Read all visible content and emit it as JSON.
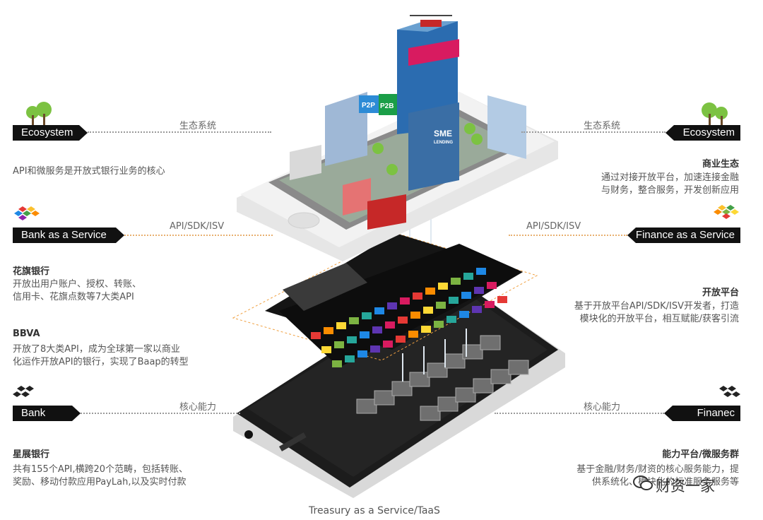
{
  "left": {
    "ecosystem": {
      "tag": "Ecosystem",
      "connector": "生态系统",
      "desc": "API和微服务是开放式银行业务的核心"
    },
    "baas": {
      "tag": "Bank as a Service",
      "connector": "API/SDK/ISV"
    },
    "citi": {
      "heading": "花旗银行",
      "lines": [
        "开放出用户账户、授权、转账、",
        "信用卡、花旗点数等7大类API"
      ]
    },
    "bbva": {
      "heading": "BBVA",
      "lines": [
        "开放了8大类API，成为全球第一家以商业",
        "化运作开放API的银行，实现了Baap的转型"
      ]
    },
    "bank": {
      "tag": "Bank",
      "connector": "核心能力"
    },
    "dbs": {
      "heading": "星展银行",
      "lines": [
        "共有155个API,横跨20个范畴，包括转账、",
        "奖励、移动付款应用PayLah,以及实时付款"
      ]
    }
  },
  "right": {
    "ecosystem": {
      "tag": "Ecosystem",
      "connector": "生态系统",
      "heading": "商业生态",
      "lines": [
        "通过对接开放平台，加速连接金融",
        "与财务，整合服务，开发创新应用"
      ]
    },
    "faas": {
      "tag": "Finance as a Service",
      "connector": "API/SDK/ISV",
      "heading": "开放平台",
      "lines": [
        "基于开放平台API/SDK/ISV开发者，打造",
        "模块化的开放平台，相互赋能/获客引流"
      ]
    },
    "finance": {
      "tag": "Finanec",
      "connector": "核心能力",
      "heading": "能力平台/微服务群",
      "lines": [
        "基于金融/财务/财资的核心服务能力，提",
        "供系统化、模块化的标准服务服务等"
      ]
    }
  },
  "center": {
    "caption": "Treasury as a Service/TaaS",
    "signs": {
      "p2p": "P2P",
      "p2b": "P2B",
      "sme": "SME",
      "lending": "LENDING"
    }
  },
  "watermark": "财资一家",
  "colors": {
    "tag_bg": "#111111",
    "dotted": "#9a9a9a",
    "tree": "#7cc242",
    "phone_light": "#f2f2f2",
    "phone_dark": "#1c1c1c"
  }
}
